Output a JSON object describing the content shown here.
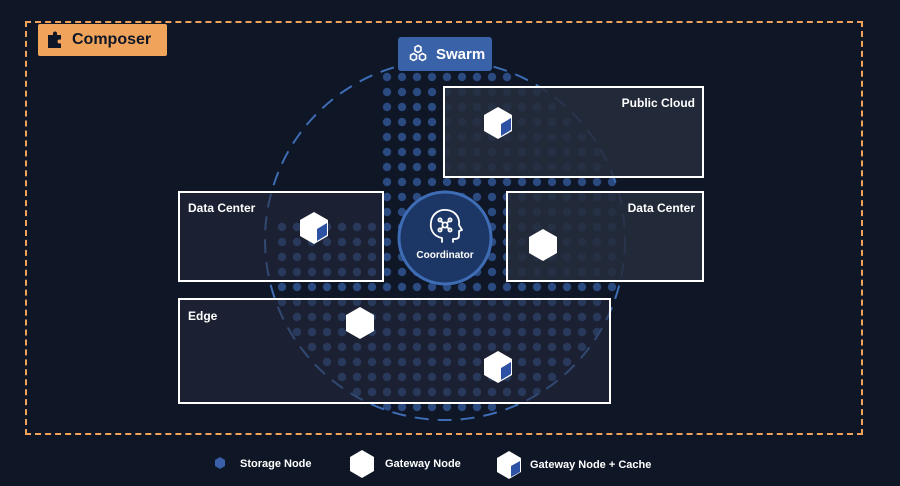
{
  "composer": {
    "label": "Composer",
    "icon": "puzzle-piece-icon",
    "color": "#f0a35a"
  },
  "swarm": {
    "label": "Swarm",
    "icon": "hexagon-cluster-icon",
    "color": "#3a62a8"
  },
  "coordinator": {
    "label": "Coordinator",
    "icon": "brain-circuit-head-icon"
  },
  "zones": {
    "public_cloud": "Public Cloud",
    "data_center_left": "Data Center",
    "data_center_right": "Data Center",
    "edge": "Edge"
  },
  "legend": {
    "storage_node": "Storage Node",
    "gateway_node": "Gateway Node",
    "gateway_cache": "Gateway Node + Cache"
  },
  "colors": {
    "background": "#0f1626",
    "storage_dot": "#2a4a80",
    "zone_fill": "#262c3c",
    "zone_border": "#ffffff",
    "cache_accent": "#2d52a3"
  }
}
